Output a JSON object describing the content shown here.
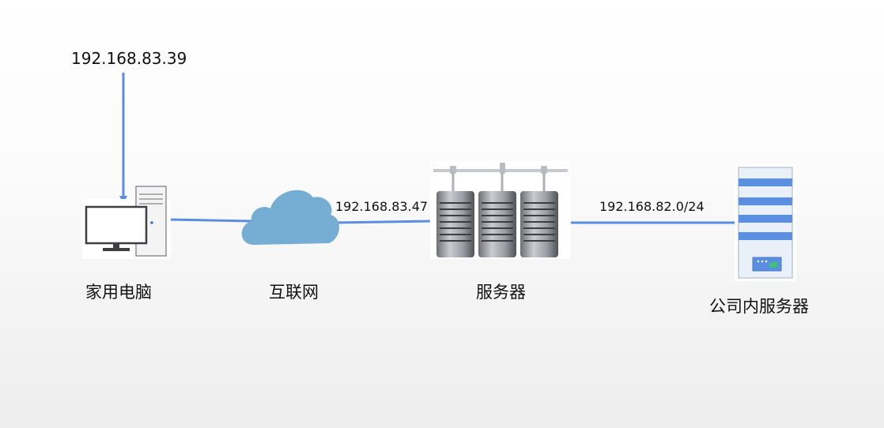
{
  "labels": {
    "source_ip": "192.168.83.39",
    "public_ip": "192.168.83.47",
    "internal_subnet": "192.168.82.0/24"
  },
  "nodes": {
    "home_pc": "家用电脑",
    "internet": "互联网",
    "server": "服务器",
    "internal_server": "公司内服务器"
  },
  "colors": {
    "line": "#5b8ee0",
    "cloud": "#75aed2",
    "server_blue": "#5b8fe0"
  }
}
